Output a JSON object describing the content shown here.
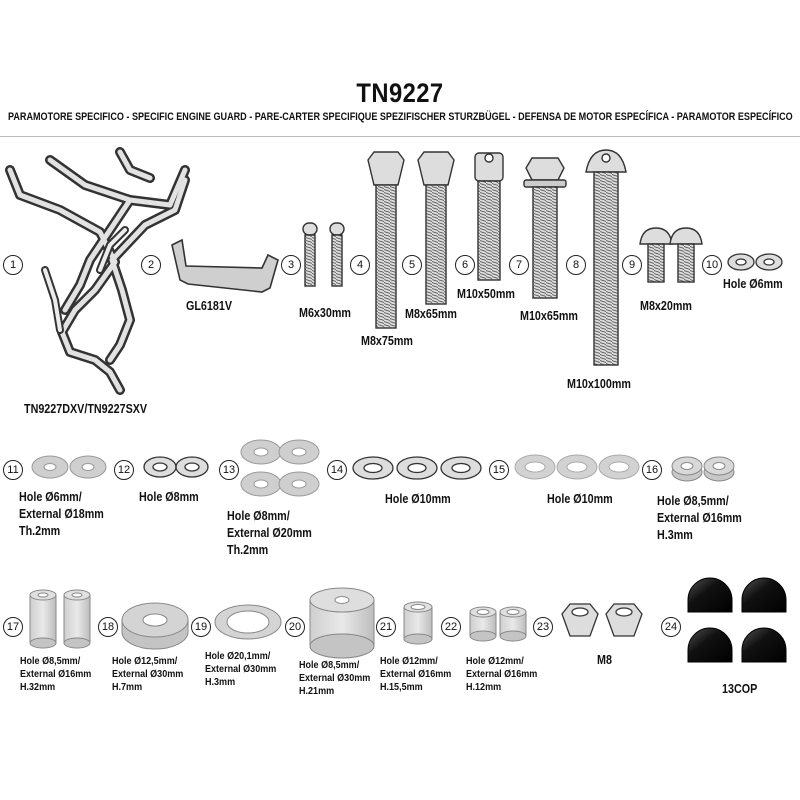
{
  "header": {
    "code": "TN9227",
    "description": "PARAMOTORE SPECIFICO  -  SPECIFIC ENGINE GUARD - PARE-CARTER SPECIFIQUE SPEZIFISCHER STURZBÜGEL - DEFENSA DE MOTOR ESPECÍFICA - PARAMOTOR ESPECÍFICO"
  },
  "parts": [
    {
      "number": "1",
      "label": "TN9227DXV/TN9227SXV"
    },
    {
      "number": "2",
      "label": "GL6181V"
    },
    {
      "number": "3",
      "label": "M6x30mm"
    },
    {
      "number": "4",
      "label": "M8x75mm"
    },
    {
      "number": "5",
      "label": "M8x65mm"
    },
    {
      "number": "6",
      "label": "M10x50mm"
    },
    {
      "number": "7",
      "label": "M10x65mm"
    },
    {
      "number": "8",
      "label": "M10x100mm"
    },
    {
      "number": "9",
      "label": "M8x20mm"
    },
    {
      "number": "10",
      "label": "Hole Ø6mm"
    },
    {
      "number": "11",
      "label": "Hole Ø6mm/\nExternal Ø18mm\nTh.2mm"
    },
    {
      "number": "12",
      "label": "Hole Ø8mm"
    },
    {
      "number": "13",
      "label": "Hole Ø8mm/\nExternal Ø20mm\nTh.2mm"
    },
    {
      "number": "14",
      "label": "Hole Ø10mm"
    },
    {
      "number": "15",
      "label": "Hole Ø10mm"
    },
    {
      "number": "16",
      "label": "Hole Ø8,5mm/\nExternal Ø16mm\nH.3mm"
    },
    {
      "number": "17",
      "label": "Hole Ø8,5mm/\nExternal Ø16mm\nH.32mm"
    },
    {
      "number": "18",
      "label": "Hole Ø12,5mm/\nExternal Ø30mm\nH.7mm"
    },
    {
      "number": "19",
      "label": "Hole Ø20,1mm/\nExternal Ø30mm\nH.3mm"
    },
    {
      "number": "20",
      "label": "Hole Ø8,5mm/\nExternal Ø30mm\nH.21mm"
    },
    {
      "number": "21",
      "label": "Hole Ø12mm/\nExternal Ø16mm\nH.15,5mm"
    },
    {
      "number": "22",
      "label": "Hole Ø12mm/\nExternal Ø16mm\nH.12mm"
    },
    {
      "number": "23",
      "label": "M8"
    },
    {
      "number": "24",
      "label": "13COP"
    }
  ]
}
